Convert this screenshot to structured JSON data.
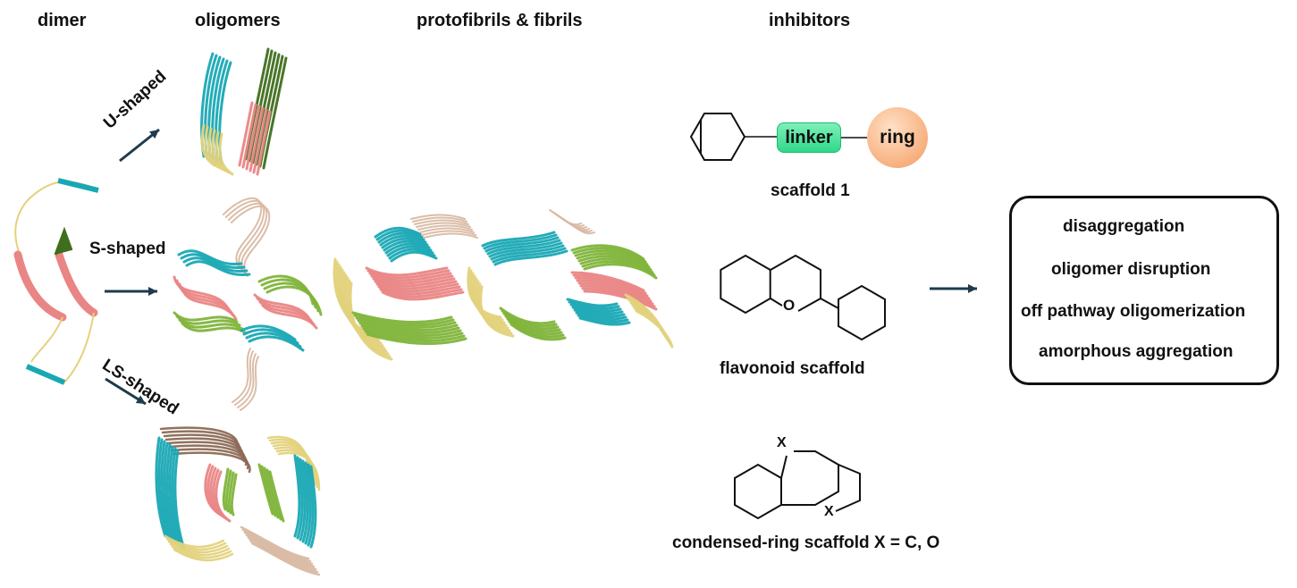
{
  "headers": {
    "dimer": "dimer",
    "oligomers": "oligomers",
    "fibrils": "protofibrils  & fibrils",
    "inhibitors": "inhibitors"
  },
  "pathways": {
    "u_shaped": "U-shaped",
    "s_shaped": "S-shaped",
    "ls_shaped": "LS-shaped"
  },
  "scaffolds": {
    "scaffold1_linker": "linker",
    "scaffold1_ring": "ring",
    "scaffold1_label": "scaffold 1",
    "flavonoid_label": "flavonoid scaffold",
    "flavonoid_atom": "O",
    "condensed_label": "condensed-ring scaffold  X = C, O",
    "condensed_atom_top": "X",
    "condensed_atom_bottom": "X"
  },
  "outcomes": [
    "disaggregation",
    "oligomer  disruption",
    "off pathway  oligomerization",
    "amorphous aggregation"
  ],
  "colors": {
    "teal": "#18a8b4",
    "yellow": "#e3d27c",
    "pink": "#ea8585",
    "green": "#7fb43a",
    "darkgreen": "#3f6e1c",
    "tan": "#d9b9a3",
    "brown": "#8c6a55",
    "arrow": "#1f3b4d"
  }
}
